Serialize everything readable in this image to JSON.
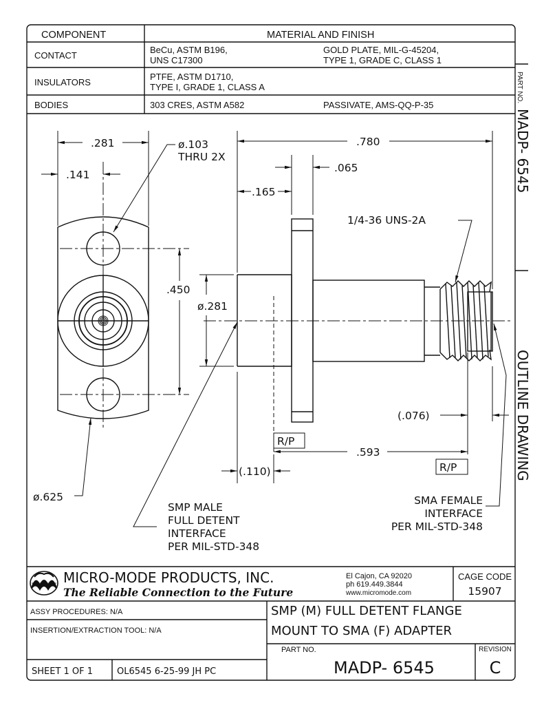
{
  "materials_table": {
    "header": {
      "component": "COMPONENT",
      "material_finish": "MATERIAL AND FINISH"
    },
    "rows": [
      {
        "component": "CONTACT",
        "material": [
          "BeCu, ASTM B196,",
          "UNS C17300"
        ],
        "finish": [
          "GOLD PLATE, MIL-G-45204,",
          "TYPE 1, GRADE C, CLASS 1"
        ]
      },
      {
        "component": "INSULATORS",
        "material": [
          "PTFE, ASTM D1710,",
          "TYPE I, GRADE 1, CLASS A"
        ],
        "finish": [
          "",
          ""
        ]
      },
      {
        "component": "BODIES",
        "material": [
          "303 CRES, ASTM A582"
        ],
        "finish": [
          "PASSIVATE, AMS-QQ-P-35"
        ]
      }
    ]
  },
  "side_strip": {
    "part_no_label": "PART NO.",
    "part_no": "MADP- 6545",
    "drawing_type": "OUTLINE  DRAWING"
  },
  "dimensions": {
    "flange_width": ".281",
    "hole_offset": ".141",
    "hole_dia": "ø.103",
    "hole_note": "THRU  2X",
    "hole_spacing": ".450",
    "body_dia": "ø.281",
    "flange_dia": "ø.625",
    "overall_length": ".780",
    "flange_thickness": ".065",
    "front_to_flange": ".165",
    "thread_spec": "1/4-36 UNS-2A",
    "sma_ref": "(.076)",
    "ref_length": ".593",
    "smp_ref": "(.110)",
    "ref_plane_label": "R/P"
  },
  "notes": {
    "smp": [
      "SMP  MALE",
      "FULL  DETENT",
      "INTERFACE",
      "PER  MIL-STD-348"
    ],
    "sma": [
      "SMA  FEMALE",
      "INTERFACE",
      "PER  MIL-STD-348"
    ]
  },
  "title_block": {
    "company": "MICRO-MODE  PRODUCTS,  INC.",
    "tagline": "The Reliable Connection to the Future",
    "address": [
      "El Cajon, CA  92020",
      "ph  619.449.3844",
      "www.micromode.com"
    ],
    "cage_code_label": "CAGE  CODE",
    "cage_code": "15907",
    "assy_procedures": "ASSY PROCEDURES: N/A",
    "insertion_tool": "INSERTION/EXTRACTION TOOL: N/A",
    "title": [
      "SMP  (M)  FULL  DETENT  FLANGE",
      "MOUNT  TO  SMA  (F)  ADAPTER"
    ],
    "part_no_label": "PART NO.",
    "part_no": "MADP- 6545",
    "revision_label": "REVISION",
    "revision": "C",
    "sheet": "SHEET  1  OF  1",
    "drawing_info": "OL6545  6-25-99  JH   PC"
  }
}
